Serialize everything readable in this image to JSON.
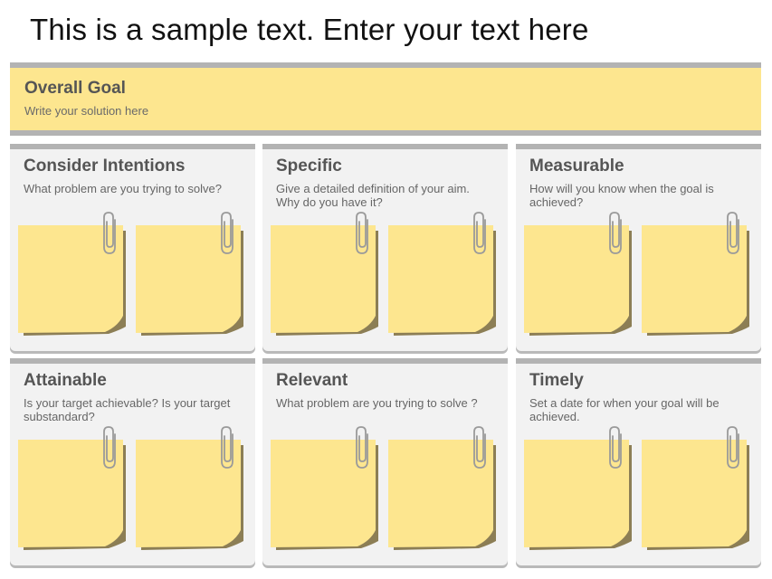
{
  "page": {
    "title": "This is a sample text. Enter your text here"
  },
  "goal": {
    "title": "Overall Goal",
    "subtitle": "Write your solution here"
  },
  "cards": [
    {
      "title": "Consider  Intentions",
      "description": "What problem are you trying to solve?"
    },
    {
      "title": "Specific",
      "description": "Give a detailed definition  of your aim.  Why do you have it?"
    },
    {
      "title": "Measurable",
      "description": "How will  you know when the goal is achieved?"
    },
    {
      "title": "Attainable",
      "description": "Is your target achievable? Is your target substandard?"
    },
    {
      "title": "Relevant",
      "description": "What problem are you trying to solve ?"
    },
    {
      "title": "Timely",
      "description": "Set a date for when your goal will be achieved."
    }
  ],
  "colors": {
    "note_yellow": "#fde68f",
    "note_shadow": "#7a6a3a",
    "panel_bg": "#f2f2f2",
    "panel_border": "#b3b3b3",
    "clip": "#9a9a9a"
  },
  "icons": {
    "note": "sticky-note-icon",
    "clip": "paperclip-icon"
  }
}
